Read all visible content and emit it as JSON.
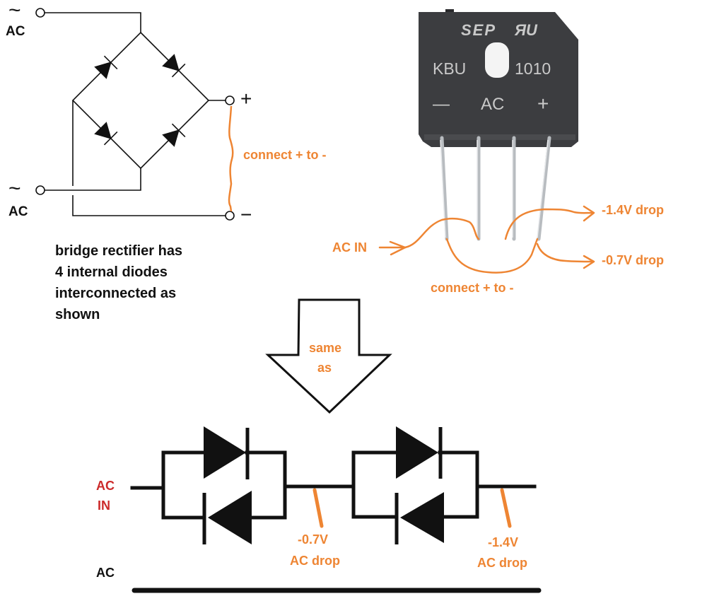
{
  "colors": {
    "annotation": "#ee8533",
    "ac_in_label": "#cc2a2a",
    "wire": "#111111",
    "package_body": "#3c3d40",
    "package_marking": "#c9c9c9",
    "leg": "#b8bcc0"
  },
  "schematic": {
    "terminal_ac1": {
      "symbol": "~",
      "label": "AC"
    },
    "terminal_ac2": {
      "symbol": "~",
      "label": "AC"
    },
    "terminal_plus": "+",
    "terminal_minus": "−",
    "jumper_label": "connect + to -",
    "description": [
      "bridge rectifier has",
      "4 internal diodes",
      "interconnected as",
      "shown"
    ]
  },
  "package": {
    "brand": "SEP",
    "cert_mark": "ЯU",
    "part_left": "KBU",
    "part_right": "1010",
    "pin_minus": "—",
    "pin_ac": "AC",
    "pin_plus": "+",
    "annotations": {
      "ac_in": "AC IN",
      "drop_14": "-1.4V drop",
      "drop_07": "-0.7V drop",
      "jumper": "connect + to -"
    }
  },
  "arrow": {
    "label_line1": "same",
    "label_line2": "as"
  },
  "equivalent": {
    "ac_in_line1": "AC",
    "ac_in_line2": "IN",
    "tap1_line1": "-0.7V",
    "tap1_line2": "AC drop",
    "tap2_line1": "-1.4V",
    "tap2_line2": "AC drop",
    "common_label": "AC"
  }
}
